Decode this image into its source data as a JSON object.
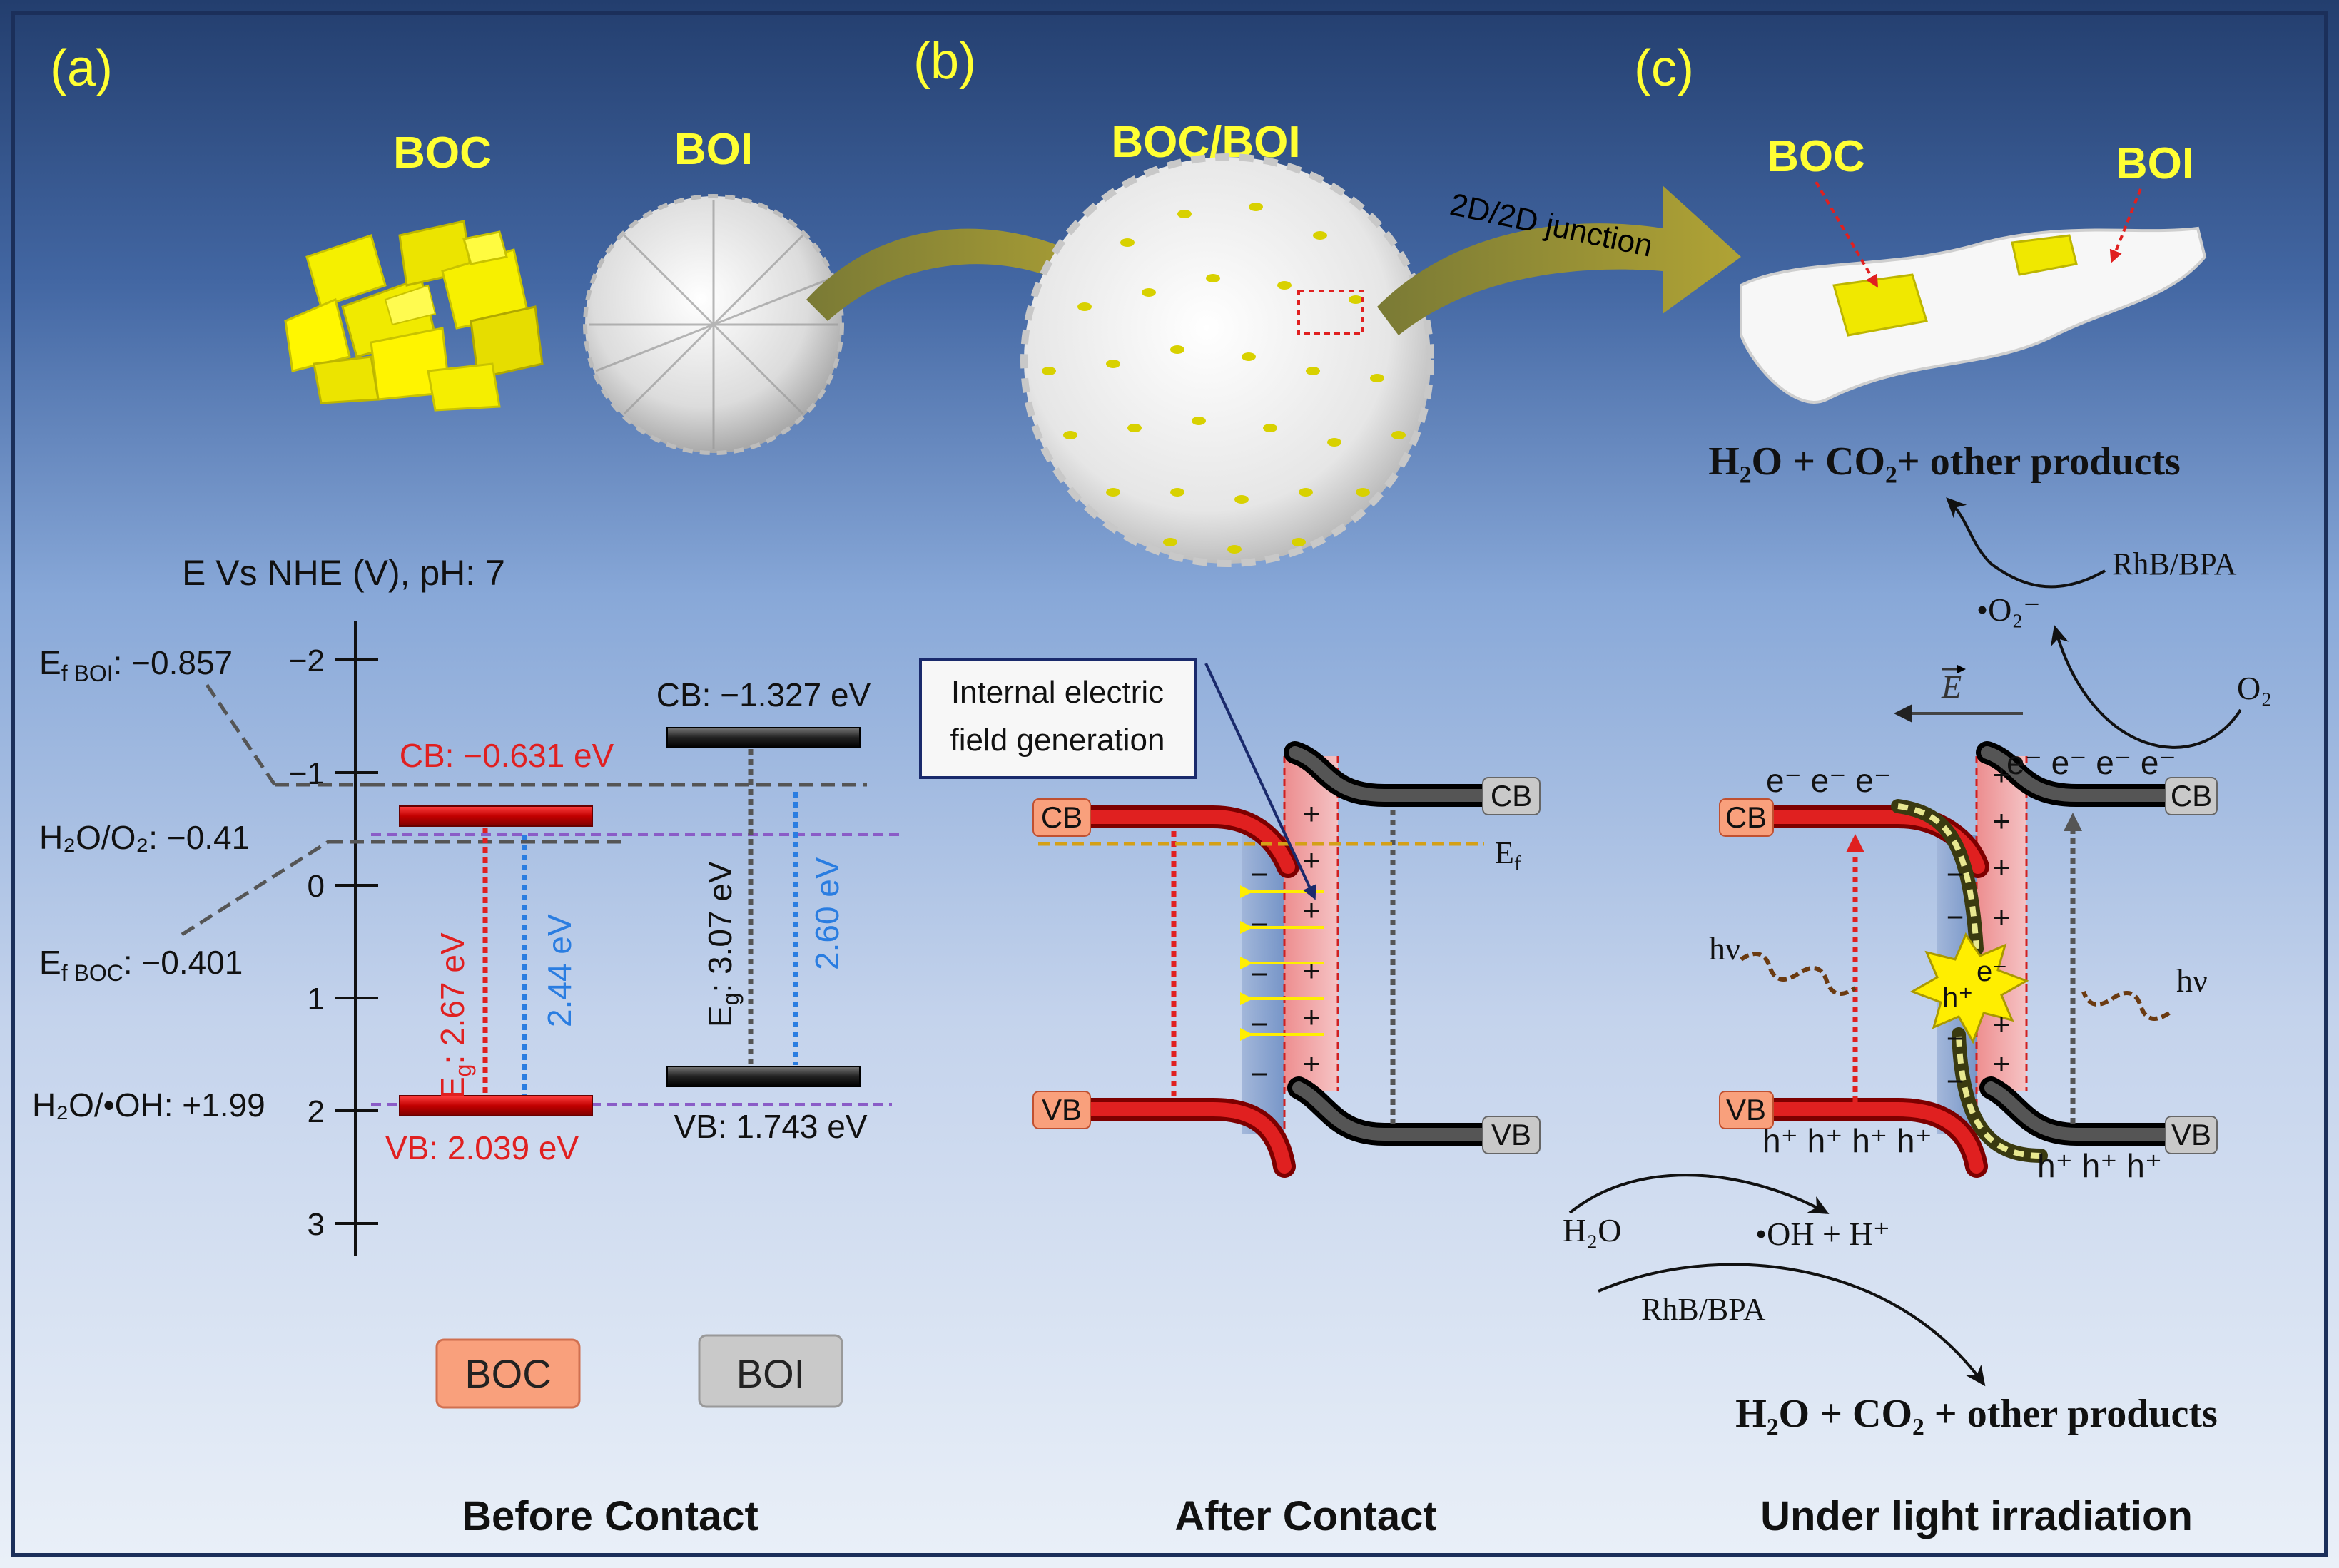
{
  "panels": {
    "a": "(a)",
    "b": "(b)",
    "c": "(c)"
  },
  "top": {
    "boc": "BOC",
    "boi": "BOI",
    "boc_boi": "BOC/BOI",
    "junction": "2D/2D junction",
    "boc_c": "BOC",
    "boi_c": "BOI",
    "products_top": "H₂O + CO₂+ other products"
  },
  "axis": {
    "title": "E Vs NHE (V), pH: 7",
    "ticks": [
      "−2",
      "−1",
      "0",
      "1",
      "2",
      "3"
    ]
  },
  "levels": {
    "ef_boi": "E",
    "ef_boi_sub": "f BOI",
    "ef_boi_val": ": −0.857",
    "h2o_o2": "H₂O/O₂: −0.41",
    "ef_boc": "E",
    "ef_boc_sub": "f BOC",
    "ef_boc_val": ": −0.401",
    "h2o_oh": "H₂O/•OH: +1.99"
  },
  "boc_bands": {
    "cb": "CB: −0.631 eV",
    "vb": "VB: 2.039 eV",
    "eg": "E",
    "eg_sub": "g",
    "eg_val": ": 2.67 eV",
    "eg2": "2.44 eV"
  },
  "boi_bands": {
    "cb": "CB: −1.327 eV",
    "vb": "VB: 1.743 eV",
    "eg": "E",
    "eg_sub": "g",
    "eg_val": ": 3.07 eV",
    "eg2": "2.60 eV"
  },
  "legend": {
    "boc": "BOC",
    "boi": "BOI"
  },
  "after_contact": {
    "callout_line1": "Internal electric",
    "callout_line2": "field generation",
    "cb_left": "CB",
    "vb_left": "VB",
    "cb_right": "CB",
    "vb_right": "VB",
    "ef": "E",
    "ef_sub": "f",
    "plus": "+",
    "minus": "−"
  },
  "light": {
    "field": "E",
    "o2": "O₂",
    "superoxide": "•O₂⁻",
    "rhb_top": "RhB/BPA",
    "electrons_left": "e⁻ e⁻ e⁻",
    "electrons_right": "e⁻ e⁻ e⁻ e⁻",
    "holes_left": "h⁺ h⁺ h⁺ h⁺",
    "holes_right": "h⁺ h⁺ h⁺",
    "hv": "hν",
    "e_star": "e⁻",
    "h_star": "h⁺",
    "cb_left": "CB",
    "vb_left": "VB",
    "cb_right": "CB",
    "vb_right": "VB",
    "h2o": "H₂O",
    "oh": "•OH + H⁺",
    "rhb_bottom": "RhB/BPA",
    "products_bottom": "H₂O + CO₂ + other products"
  },
  "captions": {
    "before": "Before Contact",
    "after": "After Contact",
    "under": "Under light irradiation"
  },
  "colors": {
    "bg_top": "#2a4878",
    "bg_mid": "#6d92c9",
    "bg_bottom": "#e4ebf6",
    "yellow_label": "#ffff33",
    "boc_red": "#d7191c",
    "eg_blue": "#2a7de1",
    "purple_dash": "#8a5cc7",
    "ef_orange": "#d4a017",
    "boc_box": "#f9a07c",
    "boi_box": "#c9c9c9"
  }
}
